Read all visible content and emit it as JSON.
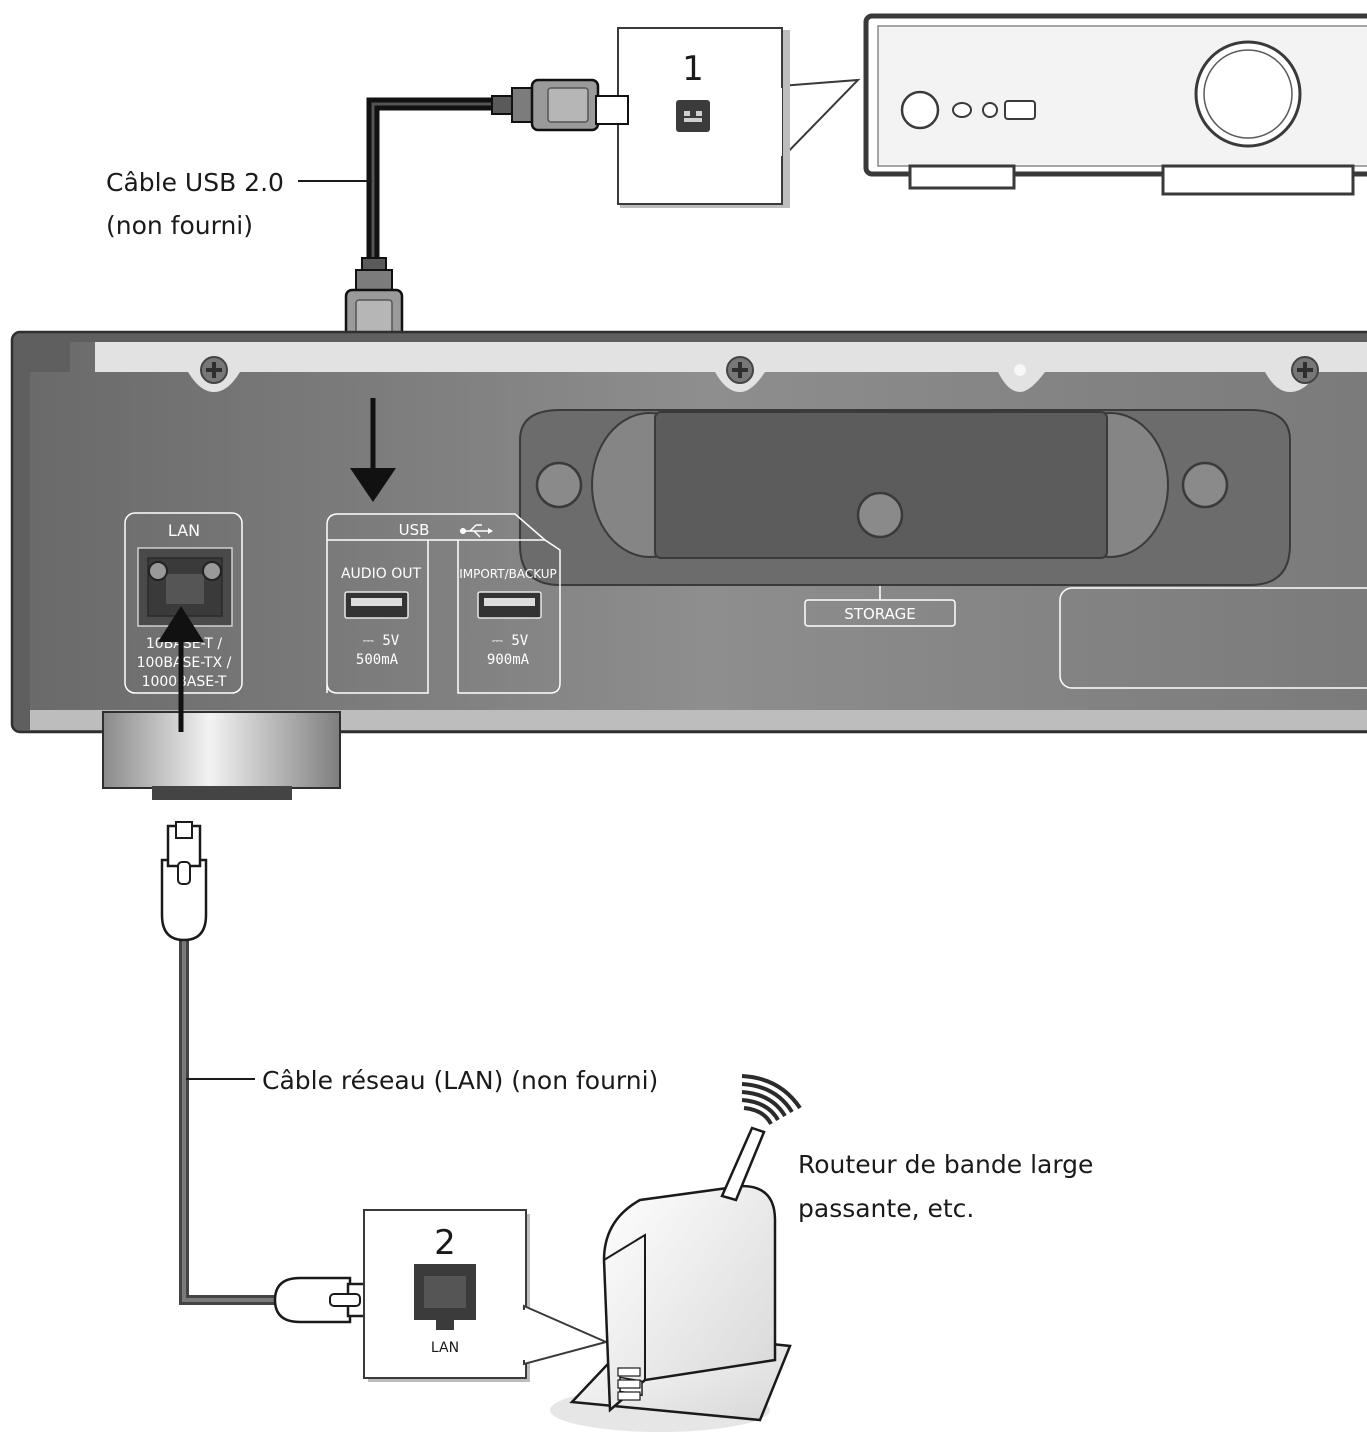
{
  "labels": {
    "usb_cable_line1": "Câble USB 2.0",
    "usb_cable_line2": "(non fourni)",
    "lan_cable": "Câble réseau (LAN) (non fourni)",
    "router_line1": "Routeur de bande large",
    "router_line2": "passante, etc."
  },
  "callouts": {
    "amp_number": "1",
    "router_number": "2",
    "router_port_label": "LAN"
  },
  "panel": {
    "lan_title": "LAN",
    "lan_spec_1": "10BASE-T /",
    "lan_spec_2": "100BASE-TX /",
    "lan_spec_3": "1000BASE-T",
    "usb_title": "USB",
    "audio_out": "AUDIO OUT",
    "audio_out_rating_v": "⎓ 5V",
    "audio_out_rating_a": "500mA",
    "import_backup": "IMPORT/BACKUP",
    "import_rating_v": "⎓ 5V",
    "import_rating_a": "900mA",
    "storage": "STORAGE"
  }
}
